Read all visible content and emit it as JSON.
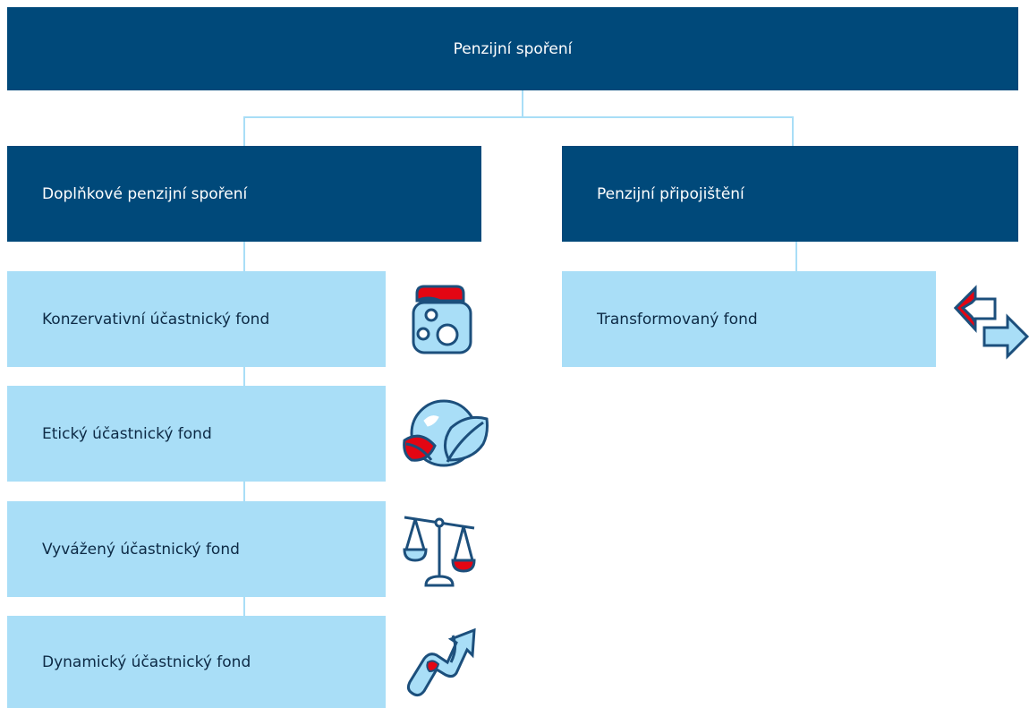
{
  "root": {
    "label": "Penzijní spoření"
  },
  "branches": [
    {
      "label": "Doplňkové penzijní spoření",
      "funds": [
        {
          "label": "Konzervativní účastnický fond",
          "icon": "jar-icon"
        },
        {
          "label": "Etický účastnický fond",
          "icon": "globe-leaves-icon"
        },
        {
          "label": "Vyvážený účastnický fond",
          "icon": "scales-icon"
        },
        {
          "label": "Dynamický účastnický fond",
          "icon": "rising-arrow-icon"
        }
      ]
    },
    {
      "label": "Penzijní připojištění",
      "funds": [
        {
          "label": "Transformovaný fond",
          "icon": "exchange-arrows-icon"
        }
      ]
    }
  ],
  "colors": {
    "dark_box": "#00497a",
    "light_box": "#a9def7",
    "connector": "#a9def7",
    "icon_stroke": "#1c4f7c",
    "icon_accent": "#e30613"
  }
}
